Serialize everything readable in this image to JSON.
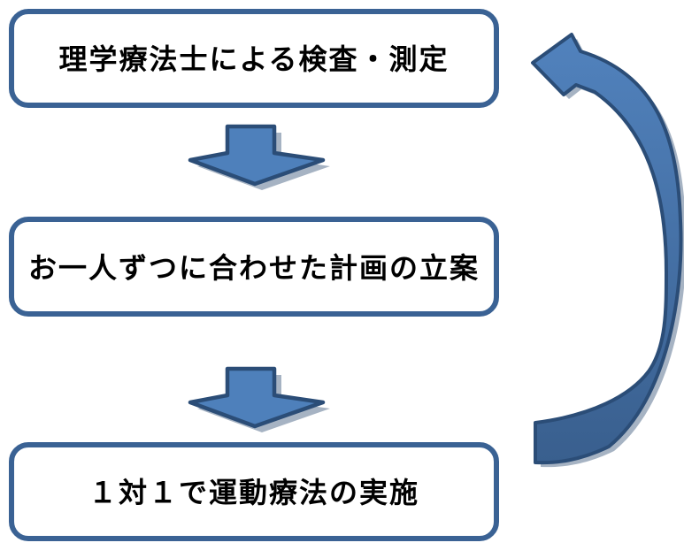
{
  "diagram": {
    "steps": [
      {
        "label": "理学療法士による検査・測定"
      },
      {
        "label": "お一人ずつに合わせた計画の立案"
      },
      {
        "label": "１対１で運動療法の実施"
      }
    ],
    "arrows": {
      "down1": "down-arrow",
      "down2": "down-arrow",
      "loop": "loop-back-arrow"
    },
    "colors": {
      "box_border": "#3a6294",
      "box_fill": "#ffffff",
      "text": "#000000",
      "arrow_fill": "#4e80bb",
      "arrow_outline": "#2b4d77",
      "arrow_shadow": "#a6b3c3",
      "loop_top": "#5182bd",
      "loop_bottom": "#395f8e"
    }
  }
}
